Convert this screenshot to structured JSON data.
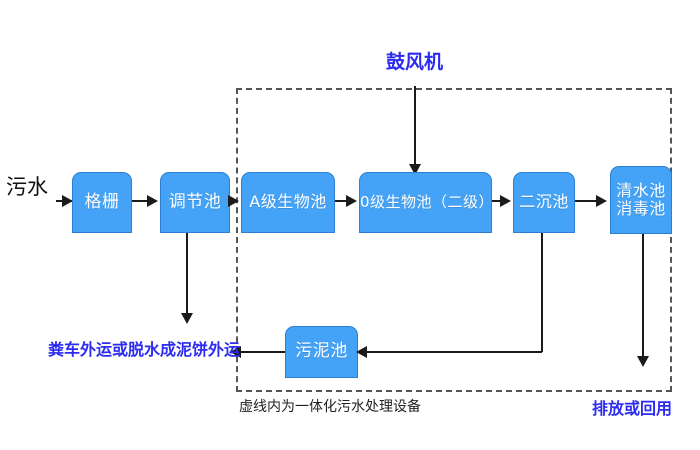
{
  "diagram": {
    "title_top": "鼓风机",
    "caption": "虚线内为一体化污水处理设备",
    "inlet_label": "污水",
    "outlet_label": "排放或回用",
    "sludge_outlet_label": "粪车外运或脱水成泥饼外运",
    "colors": {
      "node_fill": "#45A3F7",
      "node_border": "#2F7FD0",
      "node_text": "#FFFFFF",
      "accent_text": "#2B2BF2",
      "line": "#1B1B1B",
      "dashed_border": "#555555",
      "background": "#FFFFFF"
    },
    "nodes": [
      {
        "id": "grate",
        "label": "格栅"
      },
      {
        "id": "regulate",
        "label": "调节池"
      },
      {
        "id": "a-stage",
        "label": "A级生物池"
      },
      {
        "id": "o-stage",
        "label": "0级生物池（二级）"
      },
      {
        "id": "settler",
        "label": "二沉池"
      },
      {
        "id": "clearwater",
        "label": "清水池\n消毒池"
      },
      {
        "id": "sludge",
        "label": "污泥池"
      }
    ],
    "flow_sequence": [
      "污水",
      "格栅",
      "调节池",
      "A级生物池",
      "0级生物池（二级）",
      "二沉池",
      "清水池消毒池",
      "排放或回用"
    ],
    "side_streams": [
      {
        "from": "调节池",
        "to": "粪车外运或脱水成泥饼外运"
      },
      {
        "from": "二沉池",
        "to": "污泥池"
      },
      {
        "from": "污泥池",
        "to": "粪车外运或脱水成泥饼外运"
      },
      {
        "from": "鼓风机",
        "to": "0级生物池（二级）"
      }
    ]
  }
}
